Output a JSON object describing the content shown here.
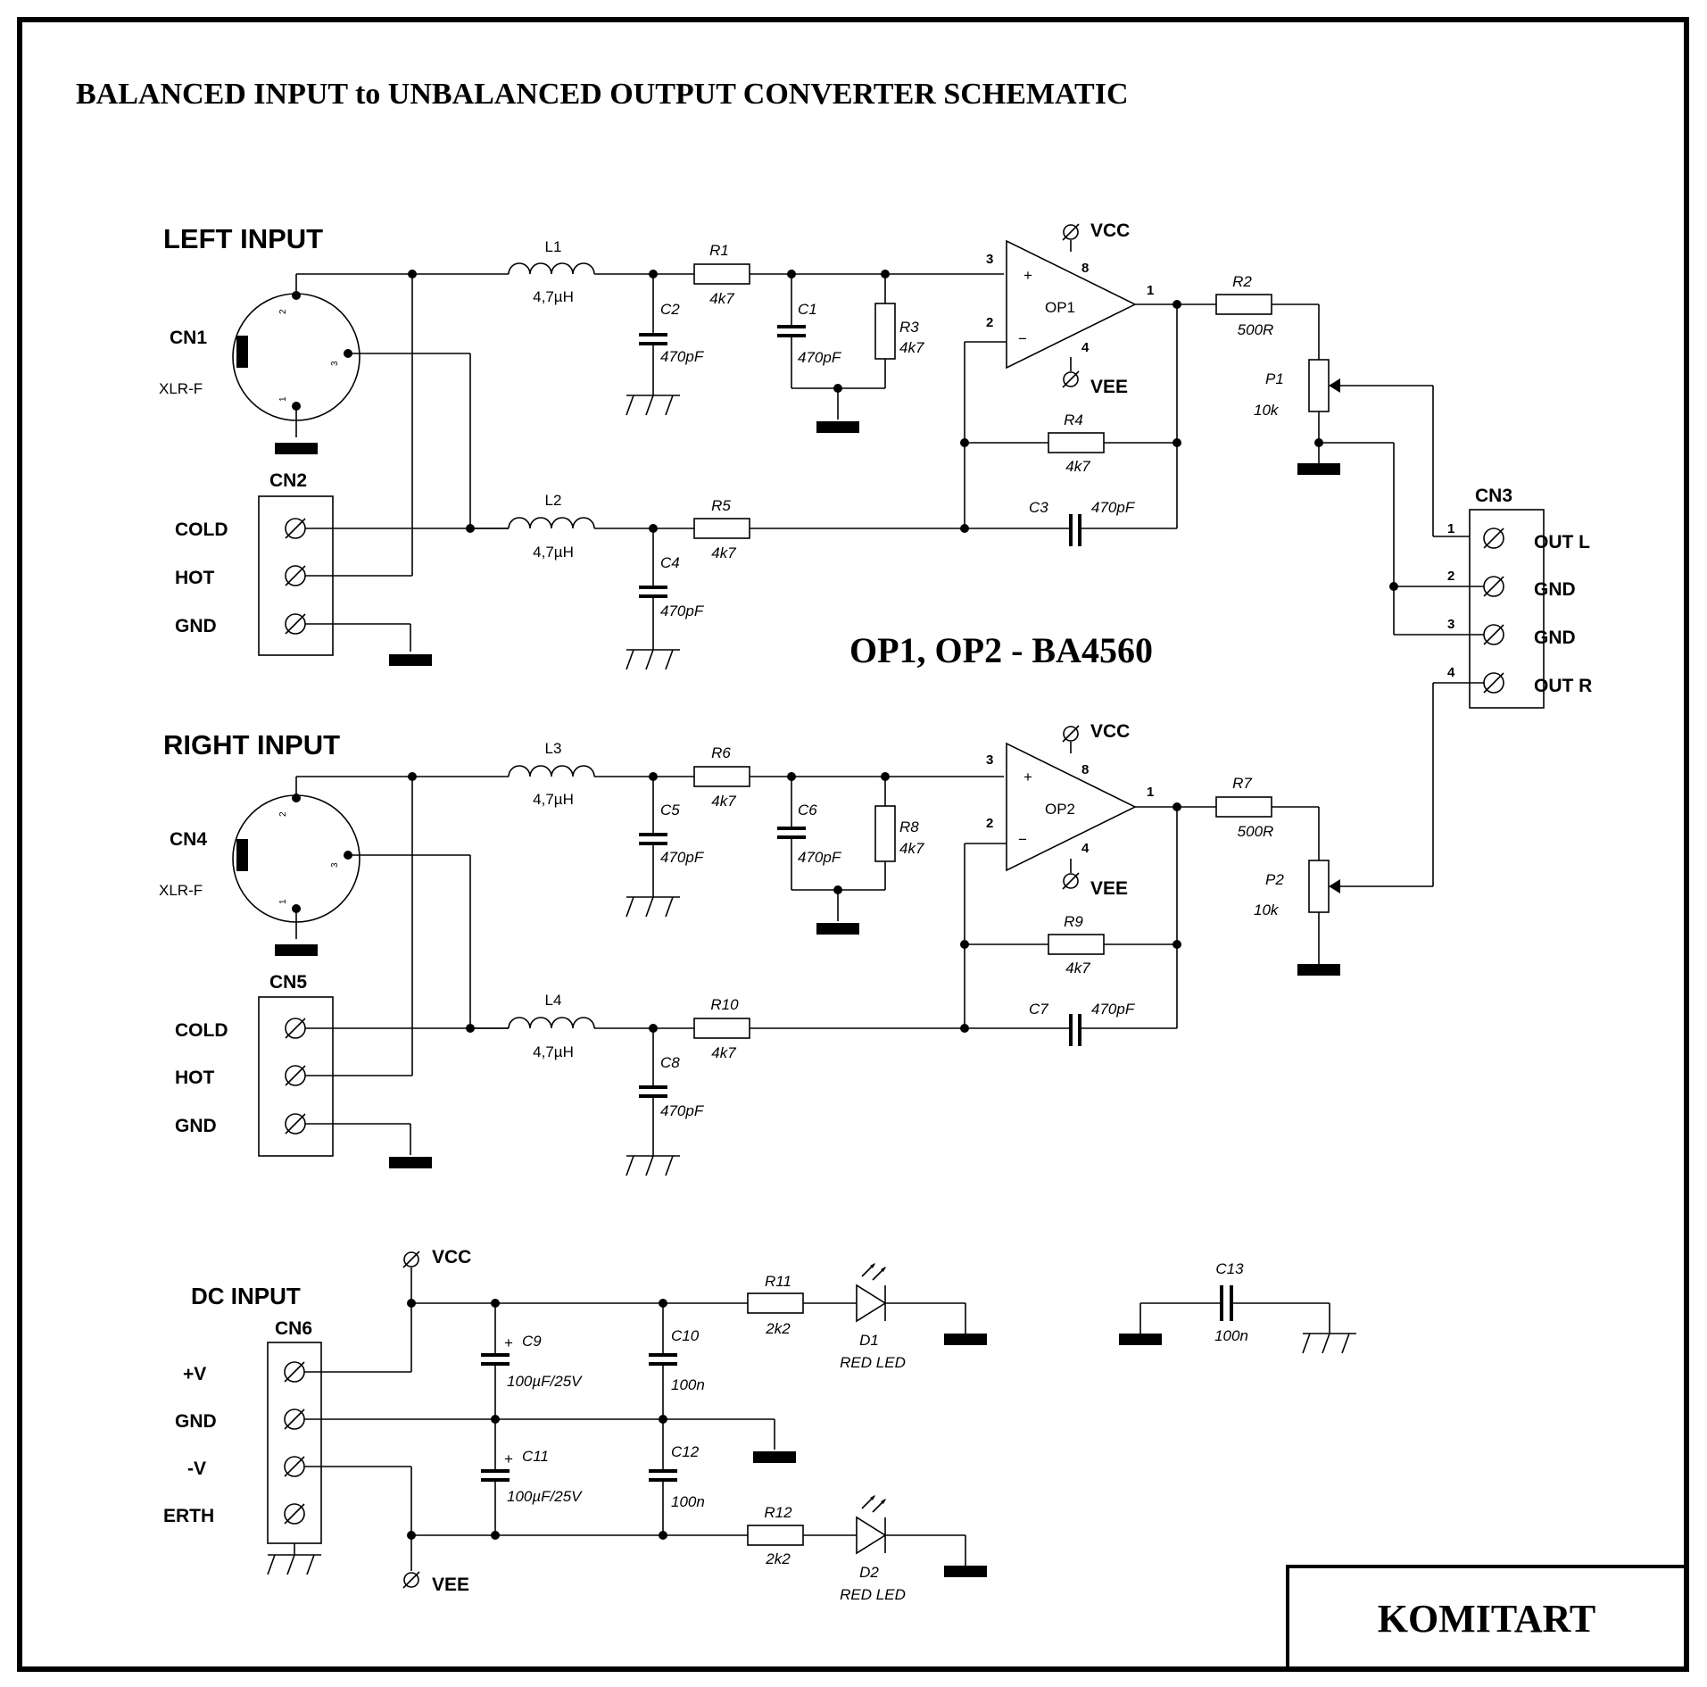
{
  "title": "BALANCED INPUT to  UNBALANCED OUTPUT  CONVERTER  SCHEMATIC",
  "note": "OP1, OP2 - BA4560",
  "brand": "KOMITART",
  "sections": {
    "left": "LEFT  INPUT",
    "right": "RIGHT  INPUT",
    "dc": "DC INPUT"
  },
  "rails": {
    "vcc": "VCC",
    "vee": "VEE"
  },
  "plus": "+",
  "minus": "−",
  "connectors": {
    "cn1": {
      "ref": "CN1",
      "type": "XLR-F"
    },
    "cn4": {
      "ref": "CN4",
      "type": "XLR-F"
    },
    "xlr_pins": [
      "1",
      "2",
      "3"
    ],
    "cn2": {
      "ref": "CN2",
      "pins": [
        "COLD",
        "HOT",
        "GND"
      ]
    },
    "cn5": {
      "ref": "CN5",
      "pins": [
        "COLD",
        "HOT",
        "GND"
      ]
    },
    "cn3": {
      "ref": "CN3",
      "pin_numbers": [
        "1",
        "2",
        "3",
        "4"
      ],
      "pins": [
        "OUT L",
        "GND",
        "GND",
        "OUT R"
      ]
    },
    "cn6": {
      "ref": "CN6",
      "pins": [
        "+V",
        "GND",
        "-V",
        "ERTH"
      ]
    }
  },
  "opamps": {
    "op1": {
      "ref": "OP1",
      "pins": {
        "noninv": "3",
        "inv": "2",
        "out": "1",
        "vcc": "8",
        "vee": "4"
      }
    },
    "op2": {
      "ref": "OP2",
      "pins": {
        "noninv": "3",
        "inv": "2",
        "out": "1",
        "vcc": "8",
        "vee": "4"
      }
    }
  },
  "inductors": [
    {
      "ref": "L1",
      "value": "4,7µH"
    },
    {
      "ref": "L2",
      "value": "4,7µH"
    },
    {
      "ref": "L3",
      "value": "4,7µH"
    },
    {
      "ref": "L4",
      "value": "4,7µH"
    }
  ],
  "resistors": [
    {
      "ref": "R1",
      "value": "4k7"
    },
    {
      "ref": "R2",
      "value": "500R"
    },
    {
      "ref": "R3",
      "value": "4k7"
    },
    {
      "ref": "R4",
      "value": "4k7"
    },
    {
      "ref": "R5",
      "value": "4k7"
    },
    {
      "ref": "R6",
      "value": "4k7"
    },
    {
      "ref": "R7",
      "value": "500R"
    },
    {
      "ref": "R8",
      "value": "4k7"
    },
    {
      "ref": "R9",
      "value": "4k7"
    },
    {
      "ref": "R10",
      "value": "4k7"
    },
    {
      "ref": "R11",
      "value": "2k2"
    },
    {
      "ref": "R12",
      "value": "2k2"
    }
  ],
  "capacitors": [
    {
      "ref": "C1",
      "value": "470pF"
    },
    {
      "ref": "C2",
      "value": "470pF"
    },
    {
      "ref": "C3",
      "value": "470pF"
    },
    {
      "ref": "C4",
      "value": "470pF"
    },
    {
      "ref": "C5",
      "value": "470pF"
    },
    {
      "ref": "C6",
      "value": "470pF"
    },
    {
      "ref": "C7",
      "value": "470pF"
    },
    {
      "ref": "C8",
      "value": "470pF"
    },
    {
      "ref": "C9",
      "value": "100µF/25V"
    },
    {
      "ref": "C10",
      "value": "100n"
    },
    {
      "ref": "C11",
      "value": "100µF/25V"
    },
    {
      "ref": "C12",
      "value": "100n"
    },
    {
      "ref": "C13",
      "value": "100n"
    }
  ],
  "pots": [
    {
      "ref": "P1",
      "value": "10k"
    },
    {
      "ref": "P2",
      "value": "10k"
    }
  ],
  "leds": [
    {
      "ref": "D1",
      "value": "RED LED"
    },
    {
      "ref": "D2",
      "value": "RED LED"
    }
  ]
}
